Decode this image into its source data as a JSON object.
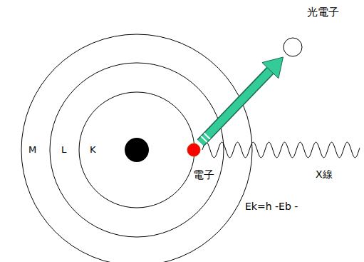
{
  "diagram": {
    "nodes": [
      {
        "text": [
          "光電子"
        ]
      },
      {
        "text": [
          "電子"
        ]
      }
    ],
    "edges": [
      {
        "from": 1,
        "to": 0,
        "arrow": "to"
      }
    ],
    "labels": [
      "M",
      "L",
      "K",
      "X線",
      "Ek=h -Eb -"
    ]
  }
}
